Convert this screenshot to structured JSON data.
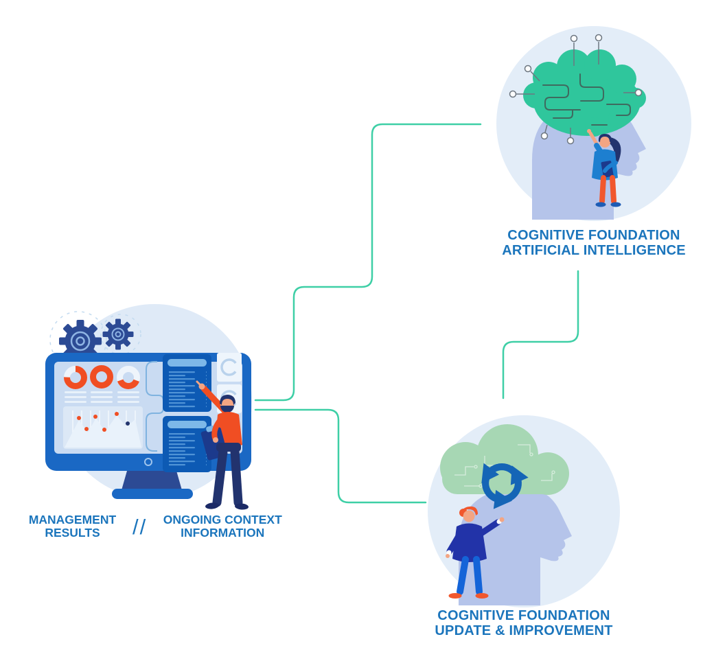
{
  "diagram": {
    "node_ai": {
      "line1": "COGNITIVE FOUNDATION",
      "line2": "ARTIFICIAL INTELLIGENCE"
    },
    "node_update": {
      "line1": "COGNITIVE FOUNDATION",
      "line2": "UPDATE & IMPROVEMENT"
    },
    "node_management": {
      "left_line1": "MANAGEMENT",
      "left_line2": "RESULTS",
      "separator": "//",
      "right_line1": "ONGOING CONTEXT",
      "right_line2": "INFORMATION"
    },
    "icons": {
      "management_node": [
        "gear-icon",
        "donut-chart-icon",
        "line-chart-icon",
        "code-panel-icon",
        "refresh-icon"
      ],
      "ai_node": [
        "brain-circuit-icon",
        "head-silhouette-icon"
      ],
      "update_node": [
        "cloud-circuit-icon",
        "sync-arrows-icon",
        "head-silhouette-icon"
      ]
    }
  },
  "theme": {
    "colors": {
      "label_blue": "#1b75bc",
      "connector_green": "#3ecfa6",
      "brain_green": "#2fc69c",
      "cloud_green": "#a7d7b4",
      "circle_bg": "#e3edf8",
      "head_silhouette": "#b5c4ea",
      "monitor_blue": "#1a68c4",
      "navy": "#22336e",
      "gear_navy": "#2c4a94",
      "accent_orange": "#f04e23",
      "sync_blue": "#1565b6",
      "screen_bg": "#c9dbf2",
      "code_panel_blue": "#0d5ab4"
    }
  }
}
